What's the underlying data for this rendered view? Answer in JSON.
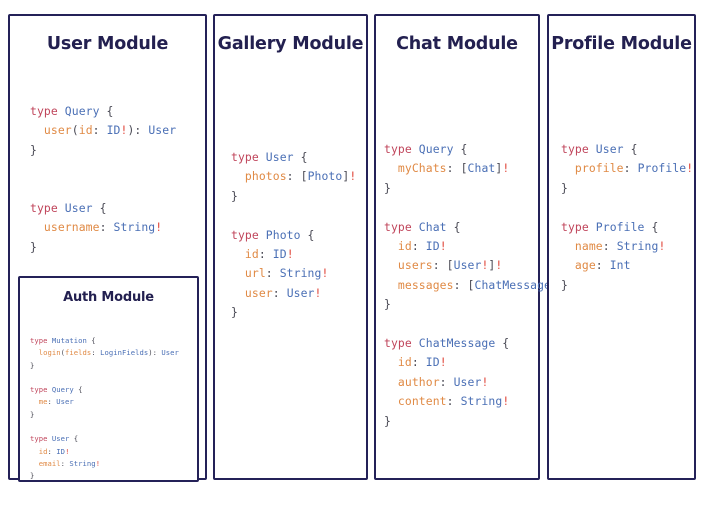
{
  "theme": {
    "border_color": "#242158",
    "title_color": "#232050",
    "keyword_color": "#c0455b",
    "type_color": "#4a6fb5",
    "field_color": "#e08a45",
    "punct_color": "#4a4a55",
    "bang_color": "#e0483c",
    "background": "#ffffff"
  },
  "modules": [
    {
      "id": "user",
      "title": "User Module",
      "code_lines": [
        [
          {
            "t": "type ",
            "c": "kw"
          },
          {
            "t": "Query",
            "c": "type"
          },
          {
            "t": " {",
            "c": "punct"
          }
        ],
        [
          {
            "t": "  ",
            "c": "punct"
          },
          {
            "t": "user",
            "c": "field"
          },
          {
            "t": "(",
            "c": "punct"
          },
          {
            "t": "id",
            "c": "field"
          },
          {
            "t": ": ",
            "c": "punct"
          },
          {
            "t": "ID",
            "c": "type"
          },
          {
            "t": "!",
            "c": "bang"
          },
          {
            "t": "): ",
            "c": "punct"
          },
          {
            "t": "User",
            "c": "type"
          }
        ],
        [
          {
            "t": "}",
            "c": "punct"
          }
        ],
        [
          {
            "t": "",
            "c": "punct"
          }
        ],
        [
          {
            "t": "",
            "c": "punct"
          }
        ],
        [
          {
            "t": "type ",
            "c": "kw"
          },
          {
            "t": "User",
            "c": "type"
          },
          {
            "t": " {",
            "c": "punct"
          }
        ],
        [
          {
            "t": "  ",
            "c": "punct"
          },
          {
            "t": "username",
            "c": "field"
          },
          {
            "t": ": ",
            "c": "punct"
          },
          {
            "t": "String",
            "c": "type"
          },
          {
            "t": "!",
            "c": "bang"
          }
        ],
        [
          {
            "t": "}",
            "c": "punct"
          }
        ]
      ],
      "submodule": {
        "id": "auth",
        "title": "Auth Module",
        "code_lines": [
          [
            {
              "t": "type ",
              "c": "kw"
            },
            {
              "t": "Mutation",
              "c": "type"
            },
            {
              "t": " {",
              "c": "punct"
            }
          ],
          [
            {
              "t": "  ",
              "c": "punct"
            },
            {
              "t": "login",
              "c": "field"
            },
            {
              "t": "(",
              "c": "punct"
            },
            {
              "t": "fields",
              "c": "field"
            },
            {
              "t": ": ",
              "c": "punct"
            },
            {
              "t": "LoginFields",
              "c": "type"
            },
            {
              "t": "): ",
              "c": "punct"
            },
            {
              "t": "User",
              "c": "type"
            }
          ],
          [
            {
              "t": "}",
              "c": "punct"
            }
          ],
          [
            {
              "t": "",
              "c": "punct"
            }
          ],
          [
            {
              "t": "type ",
              "c": "kw"
            },
            {
              "t": "Query",
              "c": "type"
            },
            {
              "t": " {",
              "c": "punct"
            }
          ],
          [
            {
              "t": "  ",
              "c": "punct"
            },
            {
              "t": "me",
              "c": "field"
            },
            {
              "t": ": ",
              "c": "punct"
            },
            {
              "t": "User",
              "c": "type"
            }
          ],
          [
            {
              "t": "}",
              "c": "punct"
            }
          ],
          [
            {
              "t": "",
              "c": "punct"
            }
          ],
          [
            {
              "t": "type ",
              "c": "kw"
            },
            {
              "t": "User",
              "c": "type"
            },
            {
              "t": " {",
              "c": "punct"
            }
          ],
          [
            {
              "t": "  ",
              "c": "punct"
            },
            {
              "t": "id",
              "c": "field"
            },
            {
              "t": ": ",
              "c": "punct"
            },
            {
              "t": "ID",
              "c": "type"
            },
            {
              "t": "!",
              "c": "bang"
            }
          ],
          [
            {
              "t": "  ",
              "c": "punct"
            },
            {
              "t": "email",
              "c": "field"
            },
            {
              "t": ": ",
              "c": "punct"
            },
            {
              "t": "String",
              "c": "type"
            },
            {
              "t": "!",
              "c": "bang"
            }
          ],
          [
            {
              "t": "}",
              "c": "punct"
            }
          ]
        ]
      }
    },
    {
      "id": "gallery",
      "title": "Gallery Module",
      "code_lines": [
        [
          {
            "t": "type ",
            "c": "kw"
          },
          {
            "t": "User",
            "c": "type"
          },
          {
            "t": " {",
            "c": "punct"
          }
        ],
        [
          {
            "t": "  ",
            "c": "punct"
          },
          {
            "t": "photos",
            "c": "field"
          },
          {
            "t": ": ",
            "c": "punct"
          },
          {
            "t": "[",
            "c": "punct"
          },
          {
            "t": "Photo",
            "c": "type"
          },
          {
            "t": "]",
            "c": "punct"
          },
          {
            "t": "!",
            "c": "bang"
          }
        ],
        [
          {
            "t": "}",
            "c": "punct"
          }
        ],
        [
          {
            "t": "",
            "c": "punct"
          }
        ],
        [
          {
            "t": "type ",
            "c": "kw"
          },
          {
            "t": "Photo",
            "c": "type"
          },
          {
            "t": " {",
            "c": "punct"
          }
        ],
        [
          {
            "t": "  ",
            "c": "punct"
          },
          {
            "t": "id",
            "c": "field"
          },
          {
            "t": ": ",
            "c": "punct"
          },
          {
            "t": "ID",
            "c": "type"
          },
          {
            "t": "!",
            "c": "bang"
          }
        ],
        [
          {
            "t": "  ",
            "c": "punct"
          },
          {
            "t": "url",
            "c": "field"
          },
          {
            "t": ": ",
            "c": "punct"
          },
          {
            "t": "String",
            "c": "type"
          },
          {
            "t": "!",
            "c": "bang"
          }
        ],
        [
          {
            "t": "  ",
            "c": "punct"
          },
          {
            "t": "user",
            "c": "field"
          },
          {
            "t": ": ",
            "c": "punct"
          },
          {
            "t": "User",
            "c": "type"
          },
          {
            "t": "!",
            "c": "bang"
          }
        ],
        [
          {
            "t": "}",
            "c": "punct"
          }
        ]
      ]
    },
    {
      "id": "chat",
      "title": "Chat Module",
      "code_lines": [
        [
          {
            "t": "type ",
            "c": "kw"
          },
          {
            "t": "Query",
            "c": "type"
          },
          {
            "t": " {",
            "c": "punct"
          }
        ],
        [
          {
            "t": "  ",
            "c": "punct"
          },
          {
            "t": "myChats",
            "c": "field"
          },
          {
            "t": ": ",
            "c": "punct"
          },
          {
            "t": "[",
            "c": "punct"
          },
          {
            "t": "Chat",
            "c": "type"
          },
          {
            "t": "]",
            "c": "punct"
          },
          {
            "t": "!",
            "c": "bang"
          }
        ],
        [
          {
            "t": "}",
            "c": "punct"
          }
        ],
        [
          {
            "t": "",
            "c": "punct"
          }
        ],
        [
          {
            "t": "type ",
            "c": "kw"
          },
          {
            "t": "Chat",
            "c": "type"
          },
          {
            "t": " {",
            "c": "punct"
          }
        ],
        [
          {
            "t": "  ",
            "c": "punct"
          },
          {
            "t": "id",
            "c": "field"
          },
          {
            "t": ": ",
            "c": "punct"
          },
          {
            "t": "ID",
            "c": "type"
          },
          {
            "t": "!",
            "c": "bang"
          }
        ],
        [
          {
            "t": "  ",
            "c": "punct"
          },
          {
            "t": "users",
            "c": "field"
          },
          {
            "t": ": ",
            "c": "punct"
          },
          {
            "t": "[",
            "c": "punct"
          },
          {
            "t": "User",
            "c": "type"
          },
          {
            "t": "!",
            "c": "bang"
          },
          {
            "t": "]",
            "c": "punct"
          },
          {
            "t": "!",
            "c": "bang"
          }
        ],
        [
          {
            "t": "  ",
            "c": "punct"
          },
          {
            "t": "messages",
            "c": "field"
          },
          {
            "t": ": ",
            "c": "punct"
          },
          {
            "t": "[",
            "c": "punct"
          },
          {
            "t": "ChatMessage",
            "c": "type"
          },
          {
            "t": "]",
            "c": "punct"
          },
          {
            "t": "!",
            "c": "bang"
          }
        ],
        [
          {
            "t": "}",
            "c": "punct"
          }
        ],
        [
          {
            "t": "",
            "c": "punct"
          }
        ],
        [
          {
            "t": "type ",
            "c": "kw"
          },
          {
            "t": "ChatMessage",
            "c": "type"
          },
          {
            "t": " {",
            "c": "punct"
          }
        ],
        [
          {
            "t": "  ",
            "c": "punct"
          },
          {
            "t": "id",
            "c": "field"
          },
          {
            "t": ": ",
            "c": "punct"
          },
          {
            "t": "ID",
            "c": "type"
          },
          {
            "t": "!",
            "c": "bang"
          }
        ],
        [
          {
            "t": "  ",
            "c": "punct"
          },
          {
            "t": "author",
            "c": "field"
          },
          {
            "t": ": ",
            "c": "punct"
          },
          {
            "t": "User",
            "c": "type"
          },
          {
            "t": "!",
            "c": "bang"
          }
        ],
        [
          {
            "t": "  ",
            "c": "punct"
          },
          {
            "t": "content",
            "c": "field"
          },
          {
            "t": ": ",
            "c": "punct"
          },
          {
            "t": "String",
            "c": "type"
          },
          {
            "t": "!",
            "c": "bang"
          }
        ],
        [
          {
            "t": "}",
            "c": "punct"
          }
        ]
      ]
    },
    {
      "id": "profile",
      "title": "Profile Module",
      "code_lines": [
        [
          {
            "t": "type ",
            "c": "kw"
          },
          {
            "t": "User",
            "c": "type"
          },
          {
            "t": " {",
            "c": "punct"
          }
        ],
        [
          {
            "t": "  ",
            "c": "punct"
          },
          {
            "t": "profile",
            "c": "field"
          },
          {
            "t": ": ",
            "c": "punct"
          },
          {
            "t": "Profile",
            "c": "type"
          },
          {
            "t": "!",
            "c": "bang"
          }
        ],
        [
          {
            "t": "}",
            "c": "punct"
          }
        ],
        [
          {
            "t": "",
            "c": "punct"
          }
        ],
        [
          {
            "t": "type ",
            "c": "kw"
          },
          {
            "t": "Profile",
            "c": "type"
          },
          {
            "t": " {",
            "c": "punct"
          }
        ],
        [
          {
            "t": "  ",
            "c": "punct"
          },
          {
            "t": "name",
            "c": "field"
          },
          {
            "t": ": ",
            "c": "punct"
          },
          {
            "t": "String",
            "c": "type"
          },
          {
            "t": "!",
            "c": "bang"
          }
        ],
        [
          {
            "t": "  ",
            "c": "punct"
          },
          {
            "t": "age",
            "c": "field"
          },
          {
            "t": ": ",
            "c": "punct"
          },
          {
            "t": "Int",
            "c": "type"
          }
        ],
        [
          {
            "t": "}",
            "c": "punct"
          }
        ]
      ]
    }
  ]
}
